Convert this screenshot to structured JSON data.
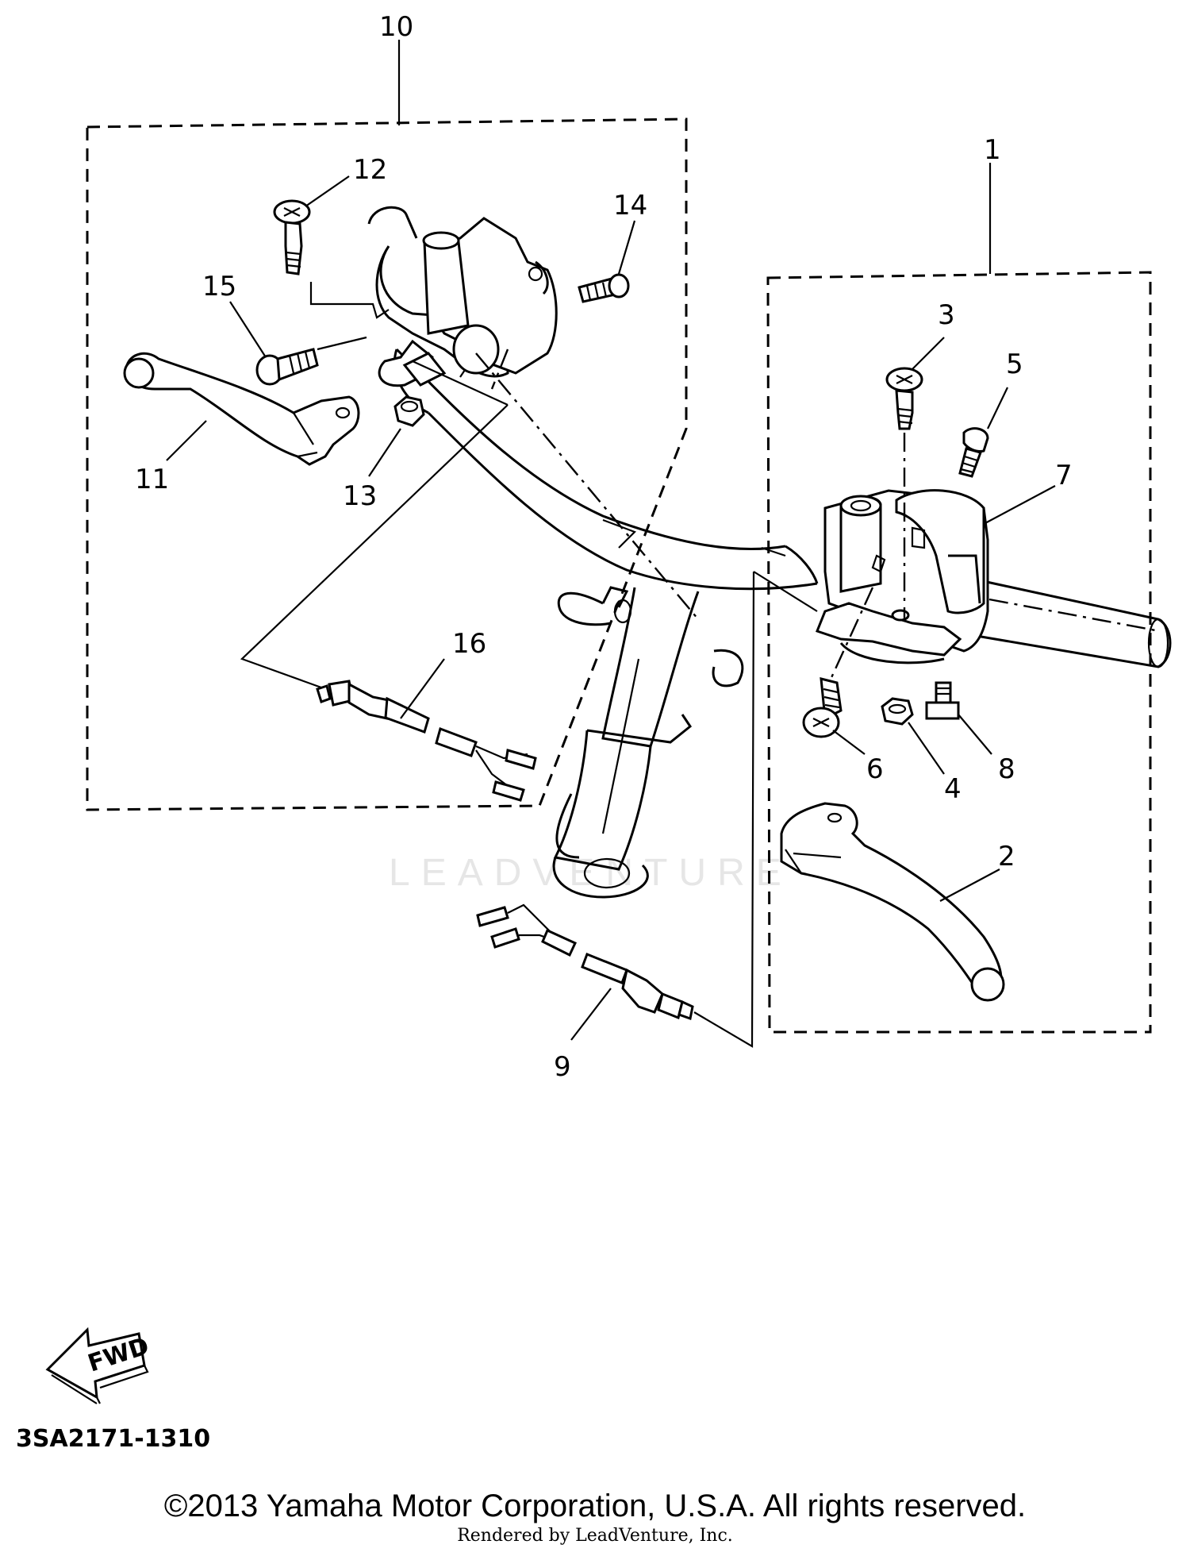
{
  "callouts": {
    "c1": "1",
    "c2": "2",
    "c3": "3",
    "c4": "4",
    "c5": "5",
    "c6": "6",
    "c7": "7",
    "c8": "8",
    "c9": "9",
    "c10": "10",
    "c11": "11",
    "c12": "12",
    "c13": "13",
    "c14": "14",
    "c15": "15",
    "c16": "16"
  },
  "fwd_label": "FWD",
  "diagram_code": "3SA2171-1310",
  "watermark": "LEADVENTURE",
  "copyright": "©2013 Yamaha Motor Corporation, U.S.A. All rights reserved.",
  "rendered_by": "Rendered by LeadVenture, Inc."
}
